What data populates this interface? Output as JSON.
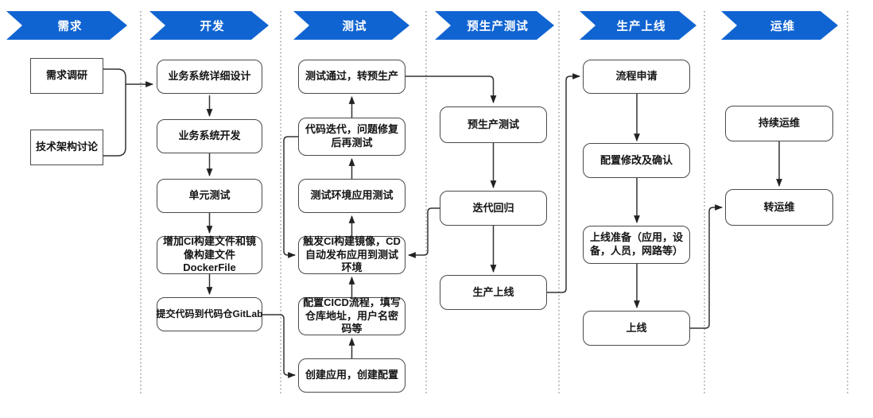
{
  "diagram": {
    "type": "flowchart",
    "colors": {
      "lane_header_fill": "#1064d2",
      "lane_header_text": "#ffffff",
      "node_border": "#4a4a4a",
      "connector": "#333333"
    },
    "lanes": [
      {
        "title": "需求",
        "boxes": [
          {
            "id": "req-research",
            "label": "需求调研"
          },
          {
            "id": "tech-arch",
            "label": "技术架构讨论"
          }
        ]
      },
      {
        "title": "开发",
        "boxes": [
          {
            "id": "detail-design",
            "label": "业务系统详细设计"
          },
          {
            "id": "sys-dev",
            "label": "业务系统开发"
          },
          {
            "id": "unit-test",
            "label": "单元测试"
          },
          {
            "id": "add-ci-files",
            "label": "增加CI构建文件和镜像构建文件DockerFile"
          },
          {
            "id": "commit-gitlab",
            "label": "提交代码到代码仓GitLab"
          }
        ]
      },
      {
        "title": "测试",
        "boxes": [
          {
            "id": "test-passed",
            "label": "测试通过，转预生产"
          },
          {
            "id": "code-iter",
            "label": "代码迭代，问题修复后再测试"
          },
          {
            "id": "test-env-test",
            "label": "测试环境应用测试"
          },
          {
            "id": "trigger-ci",
            "label": "触发CI构建镜像，CD自动发布应用到测试环境"
          },
          {
            "id": "config-cicd",
            "label": "配置CICD流程，填写仓库地址，用户名密码等"
          },
          {
            "id": "create-app",
            "label": "创建应用，创建配置"
          }
        ]
      },
      {
        "title": "预生产测试",
        "boxes": [
          {
            "id": "preprod-test",
            "label": "预生产测试"
          },
          {
            "id": "iter-regress",
            "label": "迭代回归"
          },
          {
            "id": "prod-launch",
            "label": "生产上线"
          }
        ]
      },
      {
        "title": "生产上线",
        "boxes": [
          {
            "id": "proc-apply",
            "label": "流程申请"
          },
          {
            "id": "config-confirm",
            "label": "配置修改及确认"
          },
          {
            "id": "launch-prep",
            "label": "上线准备（应用，设备，人员，网路等）"
          },
          {
            "id": "launch",
            "label": "上线"
          }
        ]
      },
      {
        "title": "运维",
        "boxes": [
          {
            "id": "cont-ops",
            "label": "持续运维"
          },
          {
            "id": "trans-ops",
            "label": "转运维"
          }
        ]
      }
    ],
    "edges": [
      {
        "from": "req-research",
        "to": "detail-design"
      },
      {
        "from": "tech-arch",
        "to": "detail-design"
      },
      {
        "from": "detail-design",
        "to": "sys-dev"
      },
      {
        "from": "sys-dev",
        "to": "unit-test"
      },
      {
        "from": "unit-test",
        "to": "add-ci-files"
      },
      {
        "from": "add-ci-files",
        "to": "commit-gitlab"
      },
      {
        "from": "commit-gitlab",
        "to": "create-app"
      },
      {
        "from": "create-app",
        "to": "config-cicd"
      },
      {
        "from": "config-cicd",
        "to": "trigger-ci"
      },
      {
        "from": "trigger-ci",
        "to": "test-env-test"
      },
      {
        "from": "test-env-test",
        "to": "code-iter"
      },
      {
        "from": "code-iter",
        "to": "test-passed"
      },
      {
        "from": "code-iter",
        "to": "trigger-ci"
      },
      {
        "from": "test-passed",
        "to": "preprod-test"
      },
      {
        "from": "preprod-test",
        "to": "iter-regress"
      },
      {
        "from": "iter-regress",
        "to": "prod-launch"
      },
      {
        "from": "iter-regress",
        "to": "trigger-ci"
      },
      {
        "from": "prod-launch",
        "to": "proc-apply"
      },
      {
        "from": "proc-apply",
        "to": "config-confirm"
      },
      {
        "from": "config-confirm",
        "to": "launch-prep"
      },
      {
        "from": "launch-prep",
        "to": "launch"
      },
      {
        "from": "launch",
        "to": "trans-ops"
      },
      {
        "from": "cont-ops",
        "to": "trans-ops"
      }
    ]
  }
}
